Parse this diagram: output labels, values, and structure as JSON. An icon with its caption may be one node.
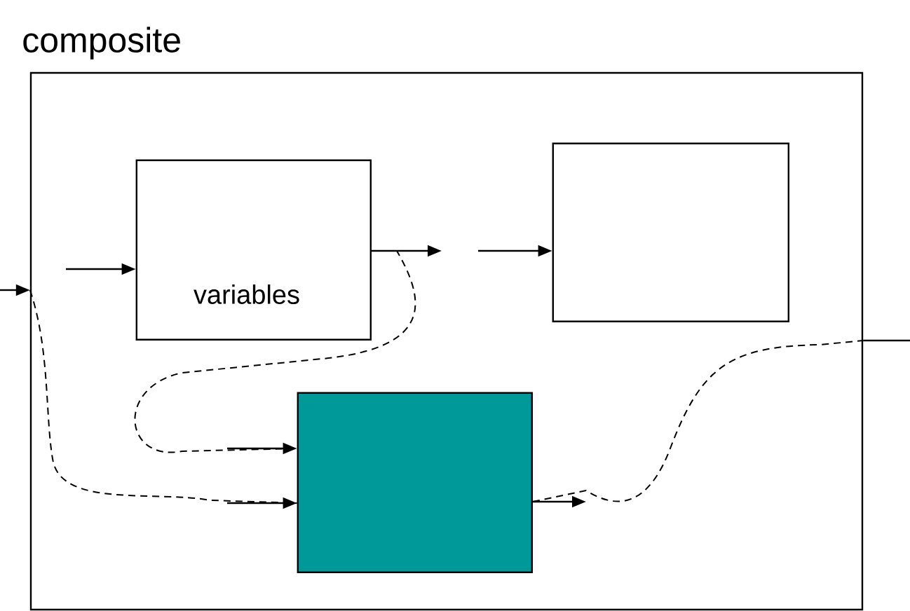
{
  "diagram": {
    "nodes": [
      {
        "text": [
          "composite"
        ]
      },
      {
        "text": [
          "variables"
        ],
        "in": 0
      },
      {
        "text": [],
        "shape": "box",
        "in": 0
      },
      {
        "text": [],
        "shape": "box",
        "in": 0
      }
    ],
    "edges": [
      {
        "from": null,
        "to": 0,
        "arrow": "to"
      },
      {
        "from": null,
        "to": 1,
        "arrow": "to"
      },
      {
        "from": 1,
        "to": null,
        "arrow": "to"
      },
      {
        "from": null,
        "to": 2,
        "arrow": "to"
      },
      {
        "from": null,
        "to": 3,
        "arrow": "to"
      },
      {
        "from": null,
        "to": 3,
        "arrow": "to"
      },
      {
        "from": 3,
        "to": null,
        "arrow": "to"
      },
      {
        "from": 0,
        "to": null,
        "arrow": "none"
      },
      {
        "from": 1,
        "to": 3,
        "arrow": "none",
        "style": "dashed"
      },
      {
        "from": 0,
        "to": 3,
        "arrow": "none",
        "style": "dashed"
      },
      {
        "from": 3,
        "to": 0,
        "arrow": "none",
        "style": "dashed"
      }
    ]
  }
}
